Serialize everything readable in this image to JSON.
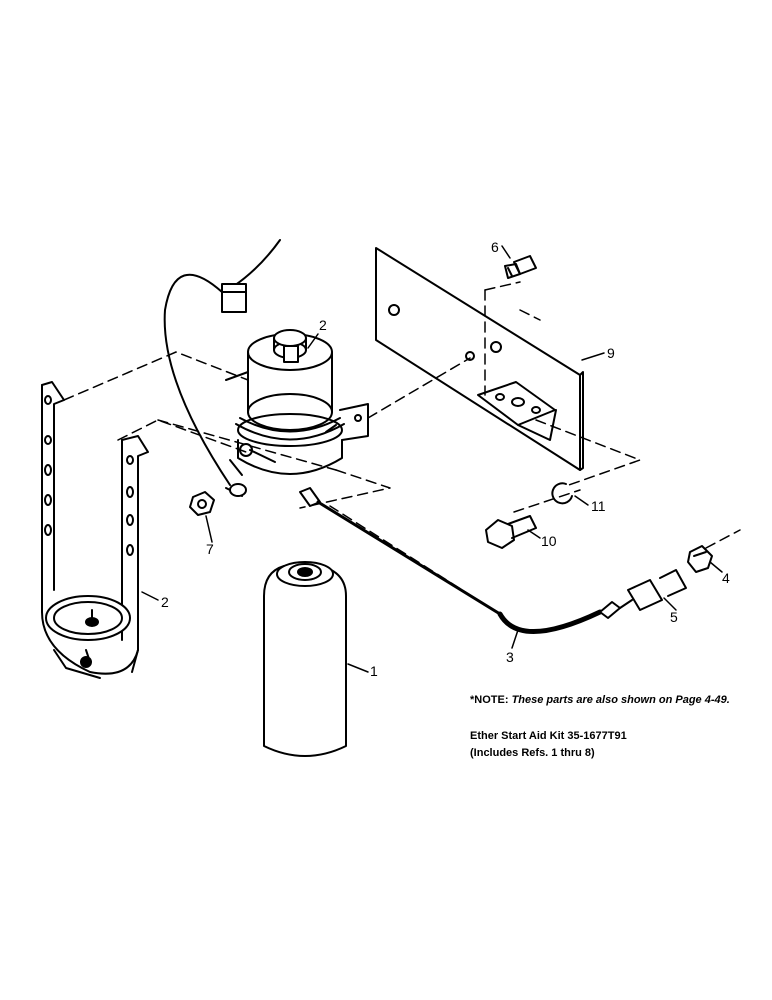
{
  "callouts": {
    "c1": "1",
    "c2_top": "2",
    "c2_left": "2",
    "c3": "3",
    "c4": "4",
    "c5": "5",
    "c6": "6",
    "c7": "7",
    "c9": "9",
    "c10": "10",
    "c11": "11"
  },
  "note": {
    "prefix": "*NOTE:",
    "text": "These parts are also shown on Page 4-49."
  },
  "kit": {
    "line1": "Ether Start Aid Kit 35-1677T91",
    "line2": "(Includes Refs. 1 thru 8)"
  }
}
